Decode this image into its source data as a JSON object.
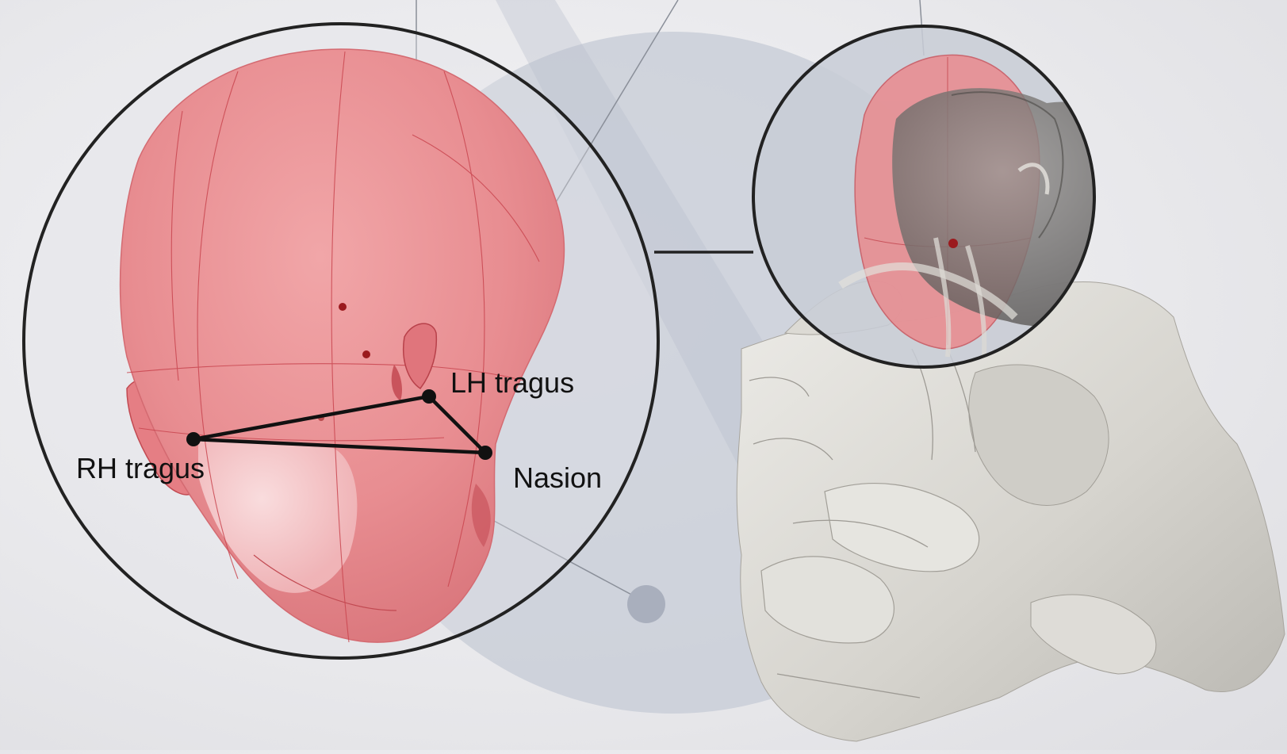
{
  "landmarks": {
    "lh_tragus": "LH tragus",
    "rh_tragus": "RH tragus",
    "nasion": "Nasion"
  },
  "colors": {
    "head_model": "#e9868a",
    "head_model_dark": "#c9545c",
    "scan_surface": "#d8d6d0",
    "backdrop_circle": "#c3c8d3",
    "outline": "#222222",
    "landmark_dot": "#111111",
    "electrode_dot": "#9b1a1e"
  }
}
